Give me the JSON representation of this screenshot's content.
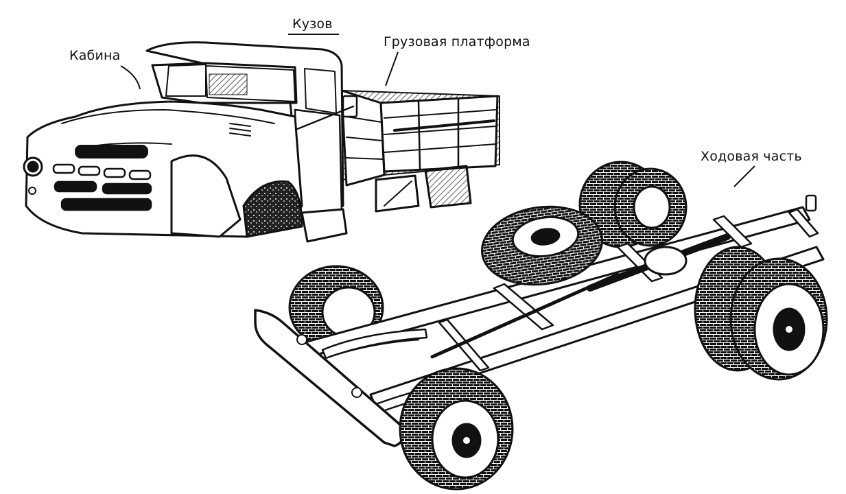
{
  "labels": {
    "body": "Кузов",
    "cab": "Кабина",
    "cargo_platform": "Грузовая платформа",
    "chassis": "Ходовая часть"
  },
  "colors": {
    "ink": "#111111",
    "paper": "#ffffff",
    "tire_fill": "#1a1a1a"
  }
}
